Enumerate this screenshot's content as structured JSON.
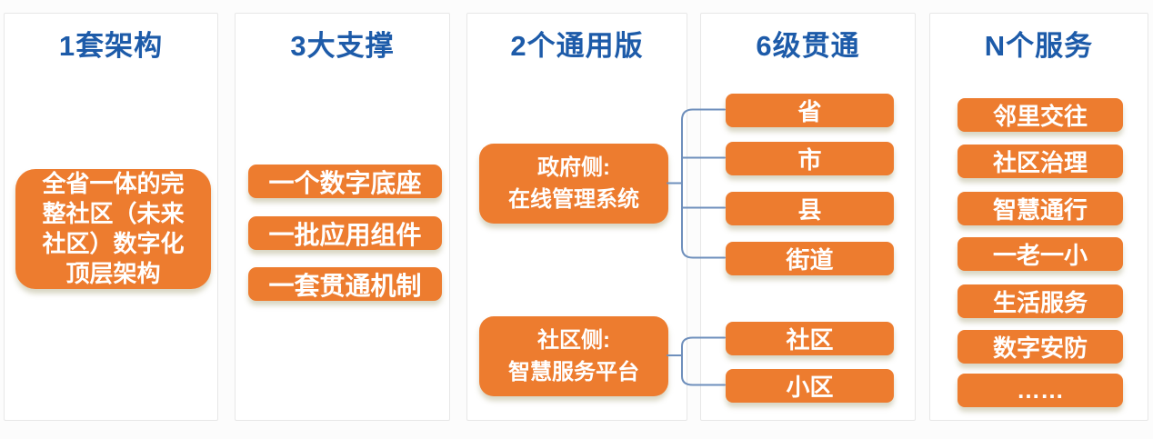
{
  "colors": {
    "accent_orange": "#ED7C2F",
    "title_blue": "#1D5BA9",
    "connector_blue": "#6E8FBC",
    "panel_border": "#E7E7E7",
    "box_text": "#FFFFFF",
    "page_bg": "#FCFCFC"
  },
  "columns": [
    {
      "id": "architecture",
      "title": "1套架构",
      "boxes": [
        {
          "label": "全省一体的完\n整社区（未来\n社区）数字化\n顶层架构"
        }
      ]
    },
    {
      "id": "supports",
      "title": "3大支撑",
      "boxes": [
        {
          "label": "一个数字底座"
        },
        {
          "label": "一批应用组件"
        },
        {
          "label": "一套贯通机制"
        }
      ]
    },
    {
      "id": "editions",
      "title": "2个通用版",
      "boxes": [
        {
          "label": "政府侧:\n在线管理系统"
        },
        {
          "label": "社区侧:\n智慧服务平台"
        }
      ]
    },
    {
      "id": "levels",
      "title": "6级贯通",
      "boxes": [
        {
          "label": "省"
        },
        {
          "label": "市"
        },
        {
          "label": "县"
        },
        {
          "label": "街道"
        },
        {
          "label": "社区"
        },
        {
          "label": "小区"
        }
      ]
    },
    {
      "id": "services",
      "title": "N个服务",
      "boxes": [
        {
          "label": "邻里交往"
        },
        {
          "label": "社区治理"
        },
        {
          "label": "智慧通行"
        },
        {
          "label": "一老一小"
        },
        {
          "label": "生活服务"
        },
        {
          "label": "数字安防"
        },
        {
          "label": "……"
        }
      ]
    }
  ],
  "connections": [
    {
      "from": "政府侧: 在线管理系统",
      "to": [
        "省",
        "市",
        "县",
        "街道"
      ]
    },
    {
      "from": "社区侧: 智慧服务平台",
      "to": [
        "社区",
        "小区"
      ]
    }
  ]
}
